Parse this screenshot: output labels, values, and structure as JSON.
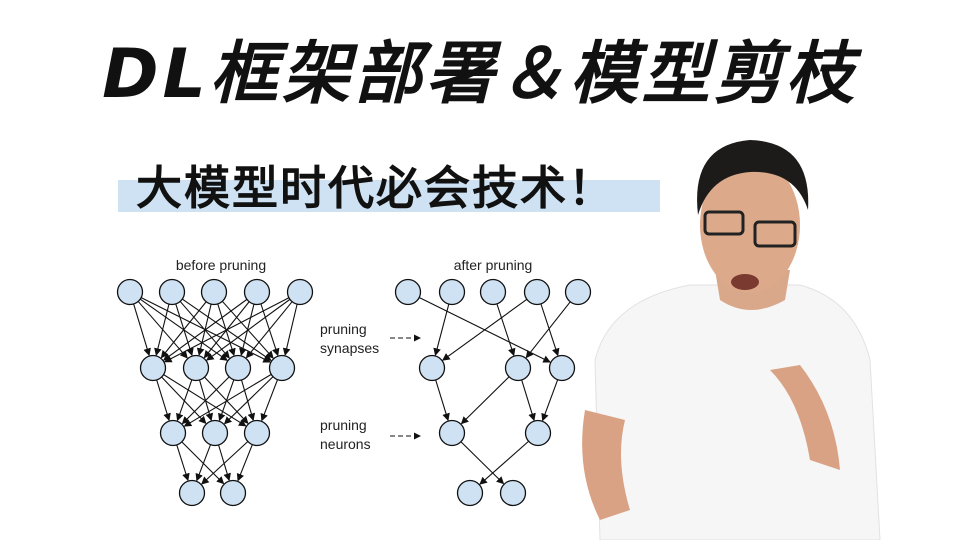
{
  "title": "DL框架部署＆模型剪枝",
  "subtitle": "大模型时代必会技术！",
  "colors": {
    "node_fill": "#cfe2f3",
    "band": "#cfe2f3",
    "text": "#111111"
  },
  "diagram": {
    "before_label": "before pruning",
    "after_label": "after pruning",
    "annotation_synapses": [
      "pruning",
      "synapses"
    ],
    "annotation_neurons": [
      "pruning",
      "neurons"
    ],
    "before_layers": [
      5,
      4,
      3,
      2
    ],
    "after_layers": [
      5,
      3,
      2,
      2
    ],
    "after_edges": [
      [
        [
          0,
          2
        ],
        [
          1,
          0
        ],
        [
          2,
          1
        ],
        [
          3,
          0
        ],
        [
          3,
          2
        ],
        [
          4,
          1
        ]
      ],
      [
        [
          0,
          0
        ],
        [
          1,
          0
        ],
        [
          1,
          1
        ],
        [
          2,
          1
        ]
      ],
      [
        [
          0,
          1
        ],
        [
          1,
          0
        ]
      ]
    ]
  }
}
